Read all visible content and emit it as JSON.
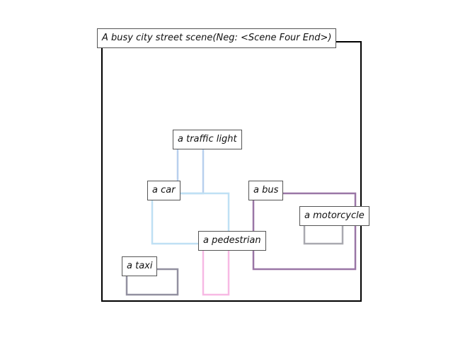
{
  "scene": {
    "title": "A busy city street scene(Neg: <Scene Four End>)",
    "frame_color": "#000000"
  },
  "boxes": [
    {
      "label": "a traffic light",
      "color": "#b8d0ee"
    },
    {
      "label": "a car",
      "color": "#bfe0f4"
    },
    {
      "label": "a bus",
      "color": "#9a76a6"
    },
    {
      "label": "a motorcycle",
      "color": "#a9a9b0"
    },
    {
      "label": "a pedestrian",
      "color": "#f7b9e4"
    },
    {
      "label": "a taxi",
      "color": "#9290a0"
    }
  ]
}
